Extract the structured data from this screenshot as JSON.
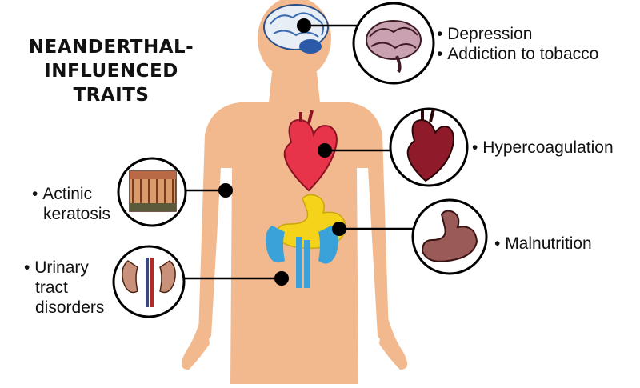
{
  "title": [
    "NEANDERTHAL-",
    "INFLUENCED",
    "TRAITS"
  ],
  "traits": {
    "brain": {
      "lines": [
        "Depression",
        "Addiction to tobacco"
      ]
    },
    "heart": {
      "lines": [
        "Hypercoagulation"
      ]
    },
    "stomach": {
      "lines": [
        "Malnutrition"
      ]
    },
    "skin": {
      "lines": [
        "Actinic",
        "keratosis"
      ]
    },
    "kidney": {
      "lines": [
        "Urinary",
        "tract",
        "disorders"
      ]
    }
  },
  "colors": {
    "body": "#f2b98f",
    "brain": "#e8eef6",
    "heart": "#e8344a",
    "stomach": "#f4d31a",
    "kidney": "#3aa2d9",
    "marker": "#000000"
  },
  "icons": [
    "brain-icon",
    "heart-icon",
    "stomach-icon",
    "skin-icon",
    "kidney-icon"
  ]
}
